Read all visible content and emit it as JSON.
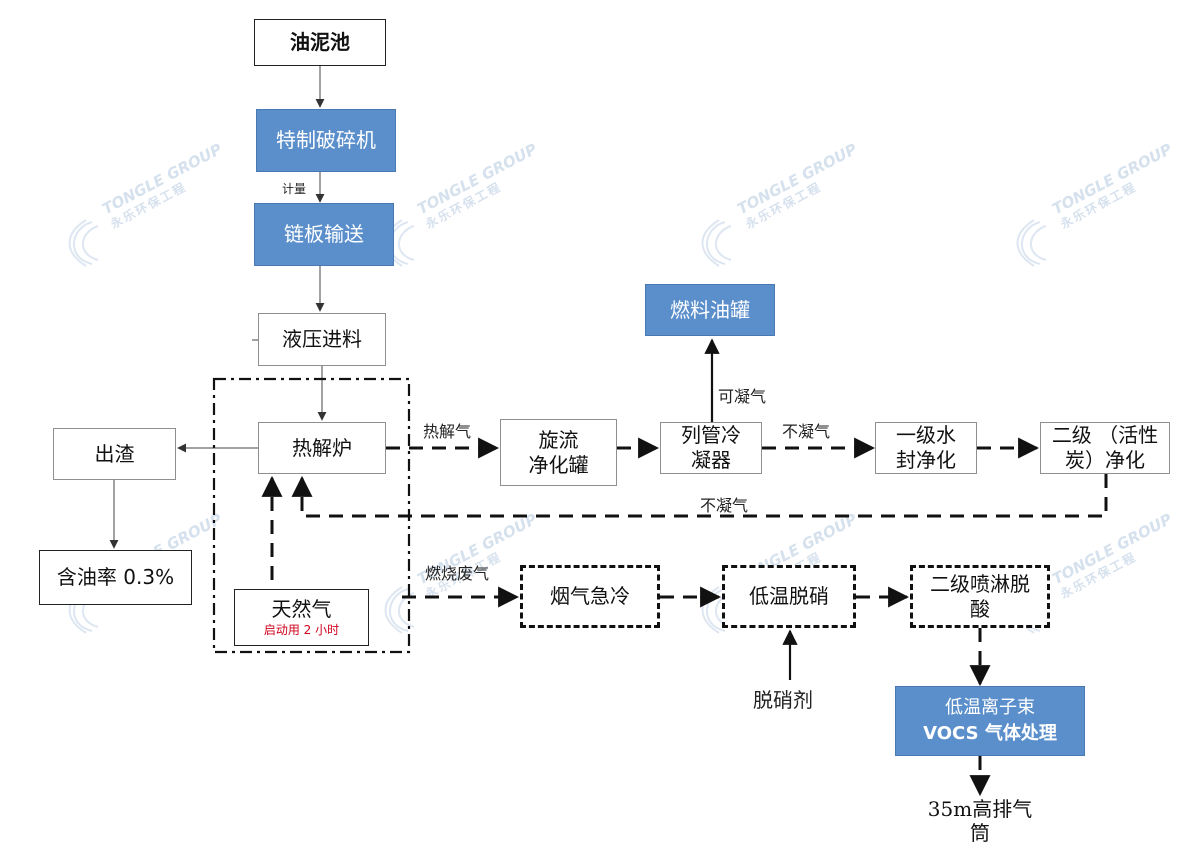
{
  "nodes": {
    "oil_sludge_pool": "油泥池",
    "crusher": "特制破碎机",
    "chain_conveyor": "链板输送",
    "hydraulic_feed": "液压进料",
    "pyrolysis_furnace": "热解炉",
    "slag_output": "出渣",
    "oil_content": "含油率 0.3%",
    "natural_gas": "天然气",
    "startup_note": "启动用 2 小时",
    "cyclone_line1": "旋流",
    "cyclone_line2": "净化罐",
    "condenser_line1": "列管冷",
    "condenser_line2": "凝器",
    "fuel_tank": "燃料油罐",
    "water_seal_line1": "一级水",
    "water_seal_line2": "封净化",
    "carbon_line1": "二级 （活性",
    "carbon_line2": "炭）净化",
    "flue_quench": "烟气急冷",
    "denitration": "低温脱硝",
    "deacid_line1": "二级喷淋脱",
    "deacid_line2": "酸",
    "vocs_line1": "低温离子束",
    "vocs_line2": "VOCS 气体处理",
    "denitration_agent": "脱硝剂",
    "stack_line1": "35m高排气",
    "stack_line2": "筒"
  },
  "labels": {
    "metering": "计量",
    "pyrolysis_gas": "热解气",
    "condensable_gas": "可凝气",
    "noncondensable_gas_1": "不凝气",
    "noncondensable_gas_2": "不凝气",
    "combustion_exhaust": "燃烧废气"
  },
  "watermark": {
    "en": "TONGLE GROUP",
    "cn": "永乐环保工程"
  },
  "colors": {
    "process_blue": "#5b8fcb",
    "line_black": "#111111",
    "note_red": "#d0021b",
    "watermark": "#d6e1ee"
  }
}
